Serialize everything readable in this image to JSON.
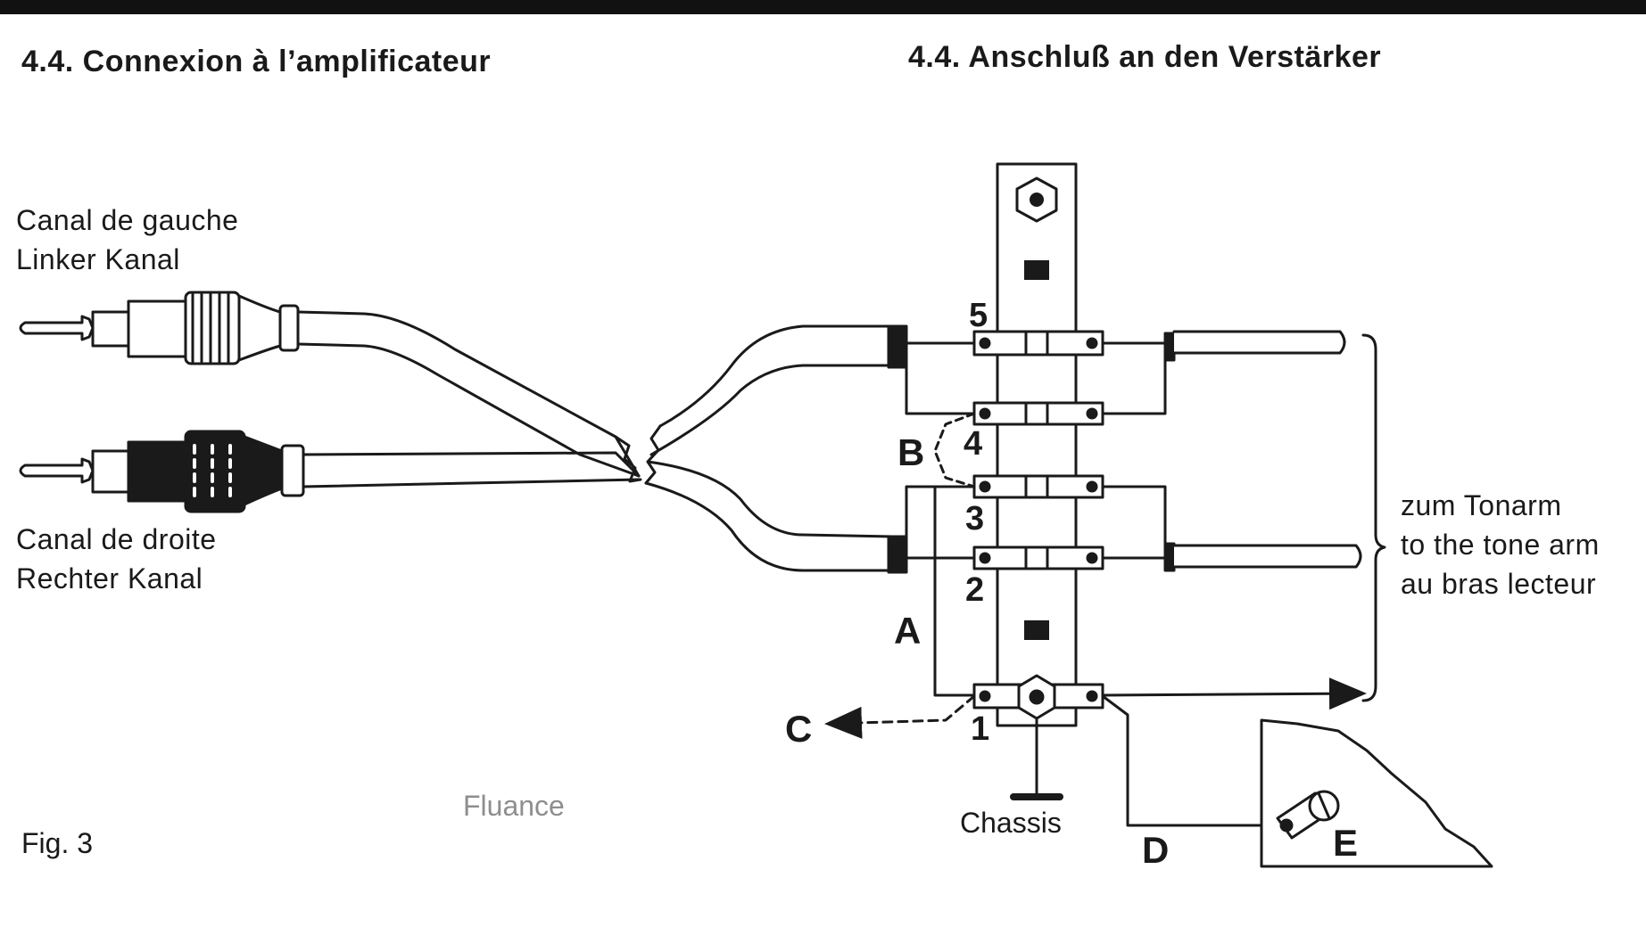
{
  "page": {
    "heading_fr": "4.4. Connexion à l’amplificateur",
    "heading_de": "4.4. Anschluß an den Verstärker",
    "fig_label": "Fig. 3",
    "watermark": "Fluance"
  },
  "captions": {
    "left_channel": [
      "Canal de gauche",
      "Linker Kanal"
    ],
    "right_channel": [
      "Canal de droite",
      "Rechter Kanal"
    ],
    "tone_arm": [
      "zum Tonarm",
      "to the tone arm",
      "au bras lecteur"
    ]
  },
  "terminal_labels": [
    "5",
    "4",
    "3",
    "2",
    "1"
  ],
  "wire_labels": {
    "a": "A",
    "b": "B",
    "c": "C",
    "d": "D",
    "e": "E"
  },
  "chassis_label": "Chassis"
}
